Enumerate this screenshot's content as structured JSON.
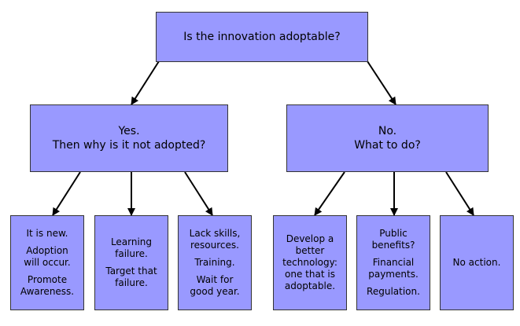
{
  "root": {
    "text": "Is the innovation adoptable?"
  },
  "yes": {
    "line1": "Yes.",
    "line2": "Then why is it not adopted?"
  },
  "no": {
    "line1": "No.",
    "line2": "What to do?"
  },
  "leaves": [
    {
      "lines": [
        "It is new.",
        "Adoption\nwill occur.",
        "Promote\nAwareness."
      ]
    },
    {
      "lines": [
        "Learning\nfailure.",
        "Target that\nfailure."
      ]
    },
    {
      "lines": [
        "Lack skills,\nresources.",
        "Training.",
        "Wait for\ngood year."
      ]
    },
    {
      "lines": [
        "Develop a\nbetter\ntechnology:\none that is\nadoptable."
      ]
    },
    {
      "lines": [
        "Public\nbenefits?",
        "Financial\npayments.",
        "Regulation."
      ]
    },
    {
      "lines": [
        "No action."
      ]
    }
  ],
  "colors": {
    "box_fill": "#9999ff",
    "border": "#333333",
    "arrow": "#000000"
  }
}
